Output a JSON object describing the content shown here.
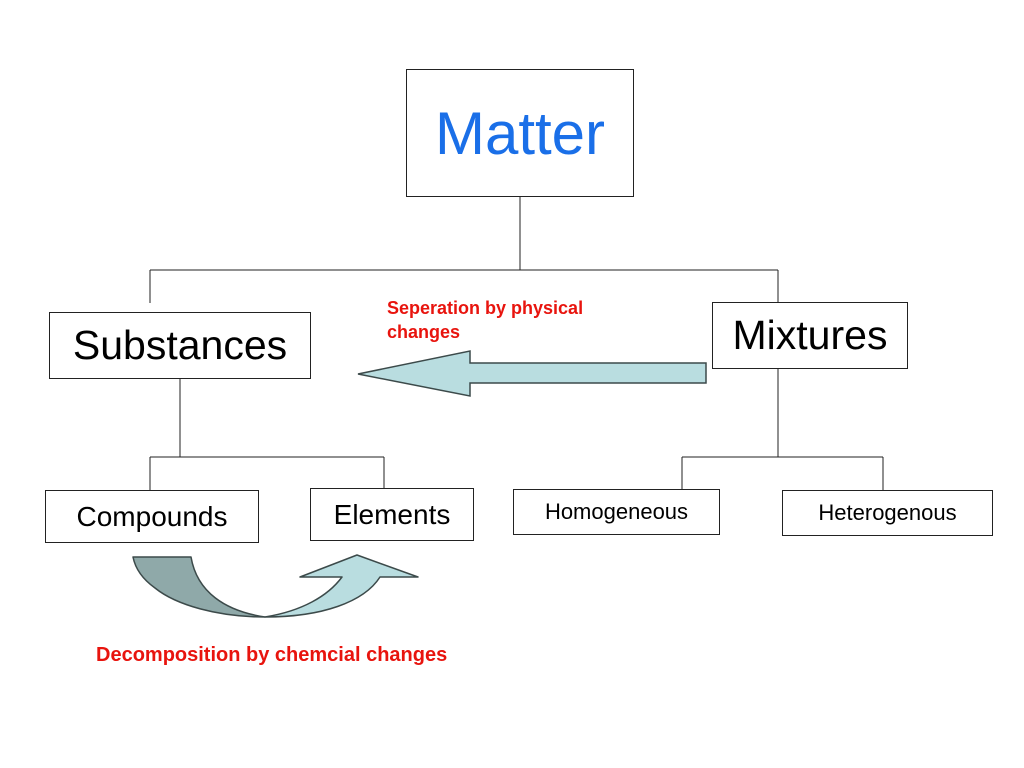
{
  "nodes": {
    "matter": "Matter",
    "substances": "Substances",
    "mixtures": "Mixtures",
    "compounds": "Compounds",
    "elements": "Elements",
    "homogeneous": "Homogeneous",
    "heterogenous": "Heterogenous"
  },
  "annotations": {
    "physical_line1": "Seperation by physical",
    "physical_line2": "changes",
    "chemical": "Decomposition by chemcial changes"
  },
  "colors": {
    "title": "#1a6fe8",
    "annotation": "#e8140e",
    "arrow_light": "#b9dde0",
    "arrow_dark": "#8fa9a9"
  }
}
